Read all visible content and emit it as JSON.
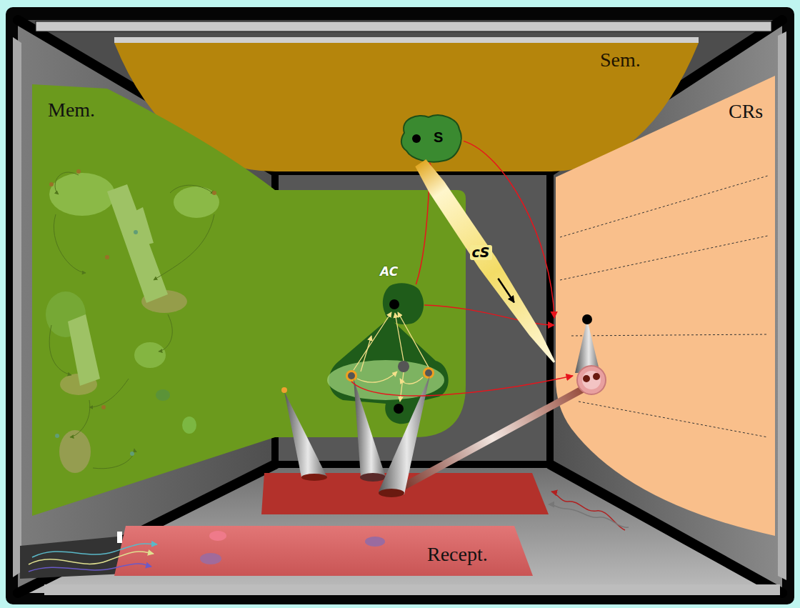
{
  "diagram": {
    "nodes": [
      {
        "text": [
          "Sem."
        ]
      },
      {
        "text": [
          "S"
        ],
        "in": 0
      },
      {
        "text": [
          "Mem."
        ]
      },
      {
        "text": [
          "AC"
        ],
        "in": 2
      },
      {
        "text": [
          "CRs"
        ]
      },
      {
        "text": [
          "Recept."
        ]
      }
    ],
    "edges": [
      {
        "from": 3,
        "to": 1,
        "arrow": "to"
      },
      {
        "from": 1,
        "to": 4,
        "arrow": "to"
      },
      {
        "from": 3,
        "to": 4,
        "arrow": "to"
      },
      {
        "from": 1,
        "to": 4,
        "label": "cS",
        "arrow": "to"
      }
    ]
  }
}
